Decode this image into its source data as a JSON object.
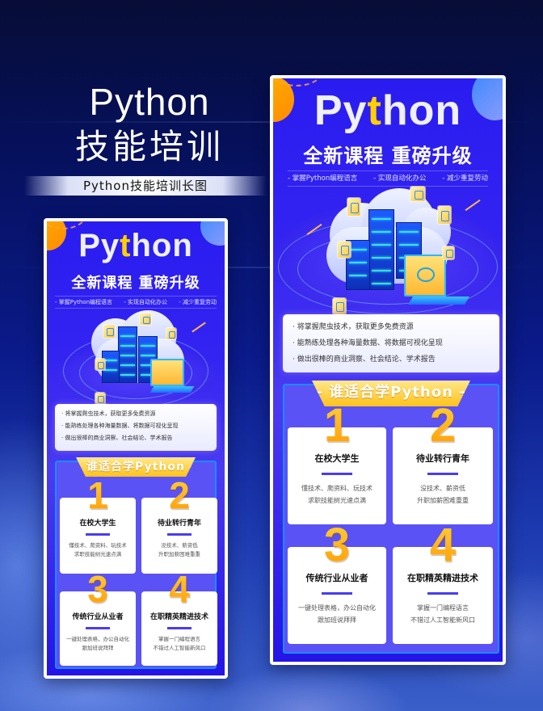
{
  "hero": {
    "title_en": "Python",
    "title_cn": "技能培训",
    "subtitle": "Python技能培训长图"
  },
  "poster": {
    "title_pre": "Py",
    "title_accent": "t",
    "title_post": "hon",
    "subtitle": "全新课程 重磅升级",
    "tags": [
      "- 掌握Python编程语言",
      "- 实现自动化办公",
      "- 减少重复劳动"
    ],
    "benefits": [
      "· 将掌握爬虫技术，获取更多免费资源",
      "· 能熟练处理各种海量数据、将数据可视化呈现",
      "· 做出很棒的商业洞察、社会结论、学术报告"
    ],
    "who_title": "- 谁适合学Python -",
    "cards": [
      {
        "num": "1",
        "title": "在校大学生",
        "lines": [
          "懂技术、爬资料、玩技术",
          "求职技能树光速点满"
        ]
      },
      {
        "num": "2",
        "title": "待业转行青年",
        "lines": [
          "没技术、薪资低",
          "升职加薪困难重重"
        ]
      },
      {
        "num": "3",
        "title": "传统行业从业者",
        "lines": [
          "一键处理表格，办公自动化",
          "跟加班说拜拜"
        ]
      },
      {
        "num": "4",
        "title": "在职精英精进技术",
        "lines": [
          "掌握一门编程语言",
          "不错过人工智能新风口"
        ]
      }
    ]
  },
  "colors": {
    "accent_yellow": "#ffd000",
    "number_orange": "#ffa800",
    "poster_blue": "#2a1cf0",
    "panel_purple": "#5a52f5",
    "border_cyan": "#1a8cff"
  },
  "icons": [
    "cloud-server-illustration",
    "laptop-icon",
    "chat-bubble-icon",
    "mail-icon",
    "chip-icon"
  ]
}
